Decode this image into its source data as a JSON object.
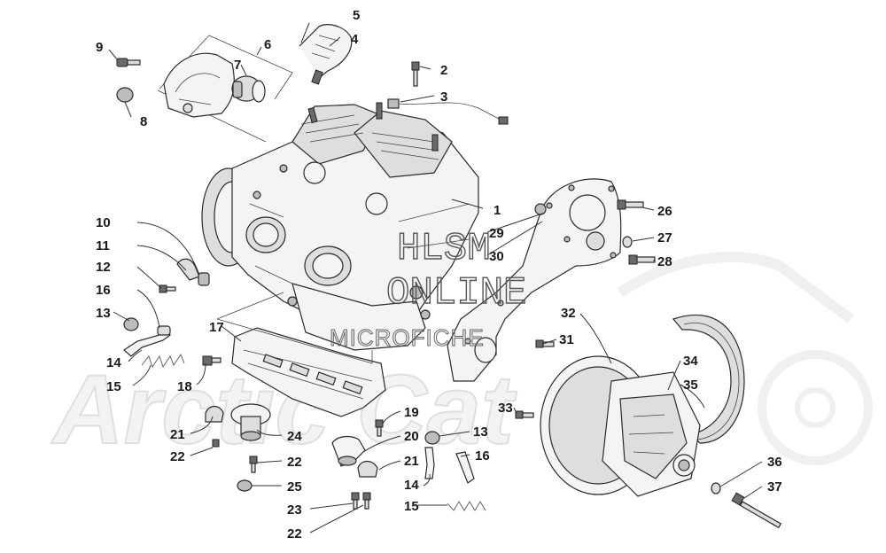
{
  "watermark": {
    "line1": "HLSM",
    "line2": "ONLINE",
    "line3": "MICROFICHE",
    "background_brand": "Arctic Cat"
  },
  "callouts": {
    "n1": "1",
    "n2": "2",
    "n3": "3",
    "n4": "4",
    "n5": "5",
    "n6": "6",
    "n7": "7",
    "n8": "8",
    "n9": "9",
    "n10": "10",
    "n11": "11",
    "n12": "12",
    "n13a": "13",
    "n13b": "13",
    "n14a": "14",
    "n14b": "14",
    "n15a": "15",
    "n15b": "15",
    "n16a": "16",
    "n16b": "16",
    "n17": "17",
    "n18": "18",
    "n19": "19",
    "n20": "20",
    "n21a": "21",
    "n21b": "21",
    "n22a": "22",
    "n22b": "22",
    "n22c": "22",
    "n23": "23",
    "n24": "24",
    "n25": "25",
    "n26": "26",
    "n27": "27",
    "n28": "28",
    "n29": "29",
    "n30": "30",
    "n31": "31",
    "n32": "32",
    "n33": "33",
    "n34": "34",
    "n35": "35",
    "n36": "36",
    "n37": "37"
  },
  "colors": {
    "line": "#333333",
    "text": "#1a1a1a",
    "background": "#ffffff"
  }
}
